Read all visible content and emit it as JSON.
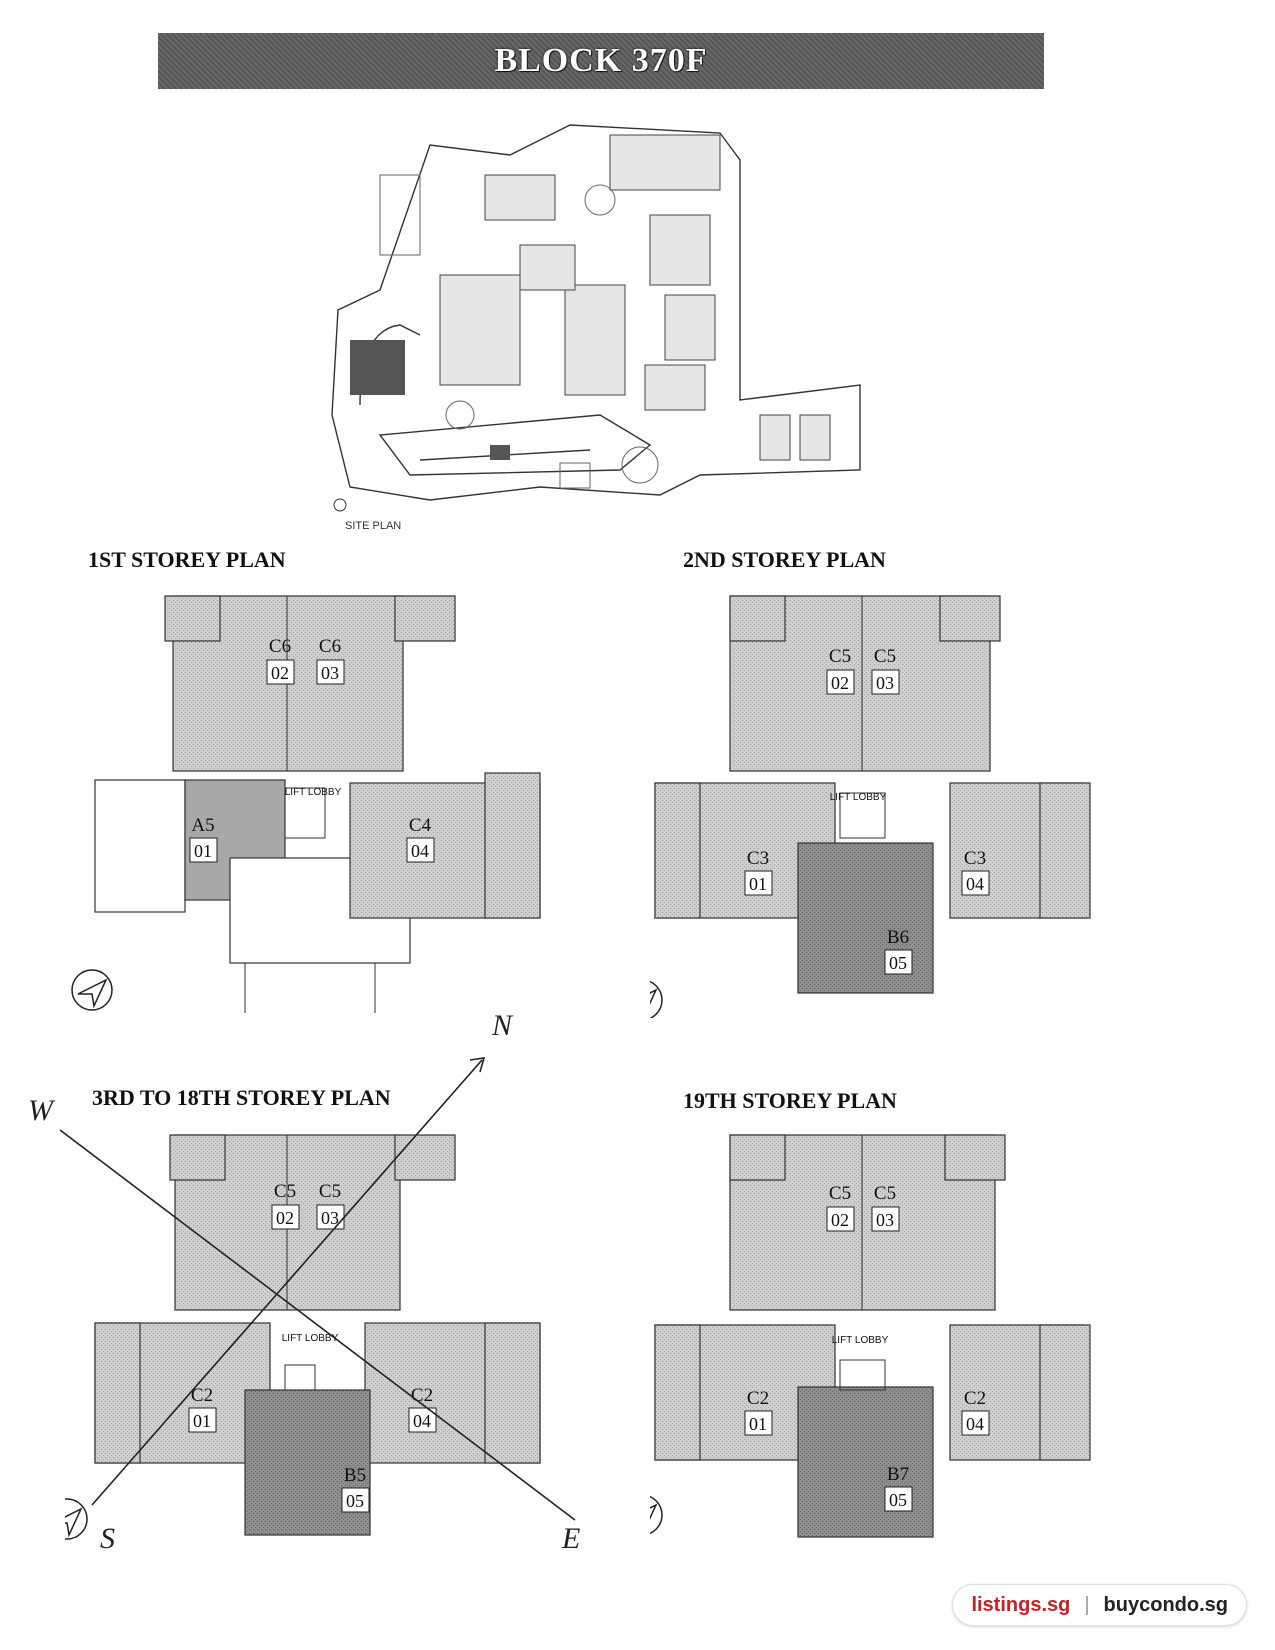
{
  "header": {
    "title": "BLOCK 370F"
  },
  "site_plan": {
    "label": "SITE PLAN"
  },
  "plans": [
    {
      "title": "1ST STOREY PLAN",
      "lobby": "LIFT LOBBY",
      "units": [
        {
          "type": "C6",
          "num": "02"
        },
        {
          "type": "C6",
          "num": "03"
        },
        {
          "type": "A5",
          "num": "01"
        },
        {
          "type": "C4",
          "num": "04"
        }
      ]
    },
    {
      "title": "2ND STOREY PLAN",
      "lobby": "LIFT LOBBY",
      "units": [
        {
          "type": "C5",
          "num": "02"
        },
        {
          "type": "C5",
          "num": "03"
        },
        {
          "type": "C3",
          "num": "01"
        },
        {
          "type": "C3",
          "num": "04"
        },
        {
          "type": "B6",
          "num": "05"
        }
      ]
    },
    {
      "title": "3RD TO 18TH STOREY PLAN",
      "lobby": "LIFT LOBBY",
      "units": [
        {
          "type": "C5",
          "num": "02"
        },
        {
          "type": "C5",
          "num": "03"
        },
        {
          "type": "C2",
          "num": "01"
        },
        {
          "type": "C2",
          "num": "04"
        },
        {
          "type": "B5",
          "num": "05"
        }
      ]
    },
    {
      "title": "19TH STOREY PLAN",
      "lobby": "LIFT LOBBY",
      "units": [
        {
          "type": "C5",
          "num": "02"
        },
        {
          "type": "C5",
          "num": "03"
        },
        {
          "type": "C2",
          "num": "01"
        },
        {
          "type": "C2",
          "num": "04"
        },
        {
          "type": "B7",
          "num": "05"
        }
      ]
    }
  ],
  "compass_annotation": {
    "n": "N",
    "w": "W",
    "s": "S",
    "e": "E"
  },
  "watermark": {
    "left": "listings.sg",
    "separator": "|",
    "right": "buycondo.sg"
  },
  "colors": {
    "banner": "#5f5f5f",
    "unit_light": "#c8c8c8",
    "unit_dark": "#8e8e8e",
    "accent": "#c8202a"
  }
}
